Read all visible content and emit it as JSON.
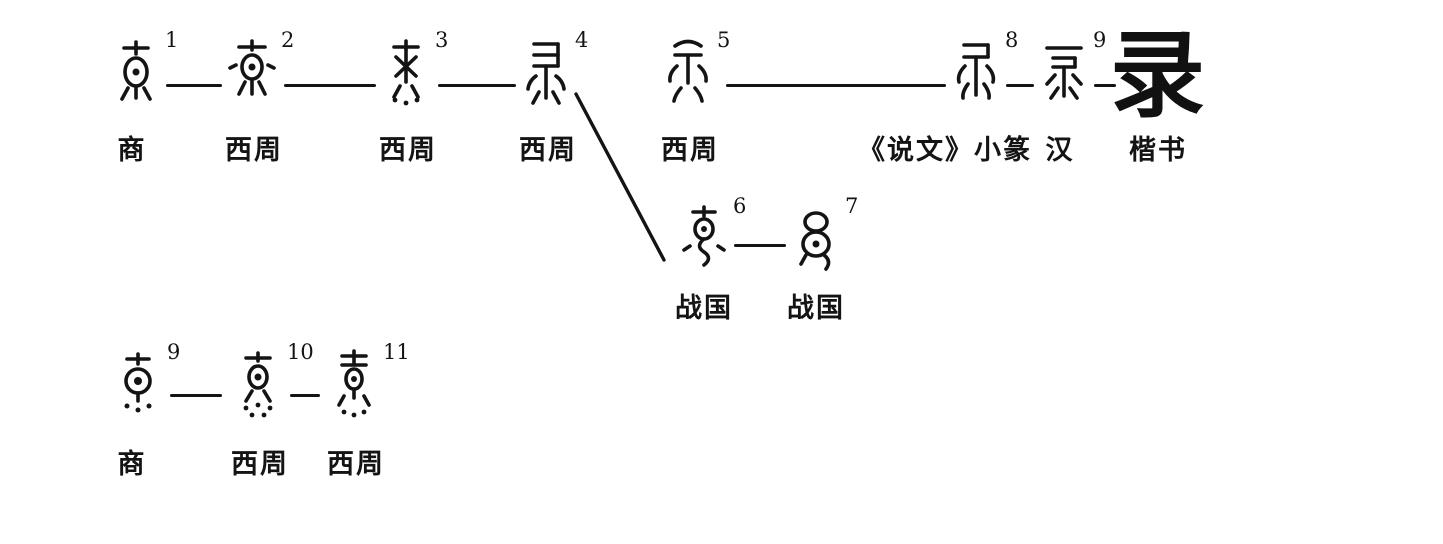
{
  "diagram": {
    "background_color": "#ffffff",
    "ink_color": "#141414",
    "main_row": [
      {
        "index": "1",
        "period": "商"
      },
      {
        "index": "2",
        "period": "西周"
      },
      {
        "index": "3",
        "period": "西周"
      },
      {
        "index": "4",
        "period": "西周"
      },
      {
        "index": "5",
        "period": "西周"
      },
      {
        "index": "8",
        "period": "《说文》小篆"
      },
      {
        "index": "9",
        "period": "汉"
      },
      {
        "index": "",
        "period": "楷书",
        "character": "录"
      }
    ],
    "branch_row": [
      {
        "index": "6",
        "period": "战国"
      },
      {
        "index": "7",
        "period": "战国"
      }
    ],
    "bottom_row": [
      {
        "index": "9",
        "period": "商"
      },
      {
        "index": "10",
        "period": "西周"
      },
      {
        "index": "11",
        "period": "西周"
      }
    ]
  }
}
